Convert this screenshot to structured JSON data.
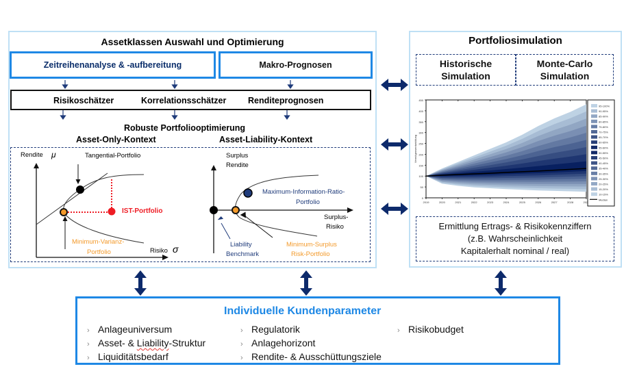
{
  "colors": {
    "panel_border": "#bfe0f5",
    "accent_blue": "#1e88e5",
    "dark_navy": "#0b2e6b",
    "arrow_navy": "#0d2a6b",
    "orange": "#f39a2b",
    "red": "#ee1c24",
    "dashed": "#1f3b7a"
  },
  "left_panel": {
    "title": "Assetklassen Auswahl und Optimierung",
    "box_timeseries": "Zeitreihenanalyse & -aufbereitung",
    "box_macro": "Makro-Prognosen",
    "estimators": [
      "Risikoschätzer",
      "Korrelationsschätzer",
      "Renditeprognosen"
    ],
    "optimization_title": "Robuste Portfoliooptimierung",
    "asset_only": {
      "title": "Asset-Only-Kontext",
      "y_label": "Rendite",
      "y_symbol": "μ",
      "x_label": "Risiko",
      "x_symbol": "σ",
      "tangential": "Tangential-Portfolio",
      "ist": "IST-Portfolio",
      "min_var_line1": "Minimum-Varianz-",
      "min_var_line2": "Portfolio"
    },
    "asset_liability": {
      "title": "Asset-Liability-Kontext",
      "y_label_line1": "Surplus",
      "y_label_line2": "Rendite",
      "x_label_line1": "Surplus-",
      "x_label_line2": "Risiko",
      "max_ir_line1": "Maximum-Information-Ratio-",
      "max_ir_line2": "Portfolio",
      "liability_line1": "Liability",
      "liability_line2": "Benchmark",
      "min_surplus_line1": "Minimum-Surplus",
      "min_surplus_line2": "Risk-Portfolio"
    }
  },
  "right_panel": {
    "title": "Portfoliosimulation",
    "historic_line1": "Historische",
    "historic_line2": "Simulation",
    "montecarlo_line1": "Monte-Carlo",
    "montecarlo_line2": "Simulation",
    "metrics_line1": "Ermittlung Ertrags- & Risikokennziffern",
    "metrics_line2": "(z.B. Wahrscheinlichkeit",
    "metrics_line3": "Kapitalerhalt nominal / real)"
  },
  "bottom_panel": {
    "title": "Individuelle Kundenparameter",
    "bullet": "›",
    "col1": [
      "Anlageuniversum",
      "Liquiditätsbedarf"
    ],
    "col1_struct_a": "Asset- & ",
    "col1_struct_b": "Liability",
    "col1_struct_c": "-Struktur",
    "col2": [
      "Regulatorik",
      "Anlagehorizont",
      "Rendite- & Ausschüttungsziele"
    ],
    "col3": [
      "Risikobudget"
    ]
  },
  "chart_data": {
    "type": "area",
    "title": "",
    "xlabel": "",
    "ylabel": "Vermögensentwicklung",
    "x": [
      0,
      1,
      2,
      3,
      4,
      5,
      6,
      7,
      8,
      9,
      10
    ],
    "xtick_labels": [
      "2019",
      "2020",
      "2021",
      "2022",
      "2023",
      "2024",
      "2025",
      "2026",
      "2027",
      "2028",
      "2029"
    ],
    "ylim": [
      0,
      450
    ],
    "yticks": [
      0,
      50,
      100,
      150,
      200,
      250,
      300,
      350,
      400,
      450
    ],
    "start_value": 100,
    "median": [
      100,
      104,
      107,
      110,
      113,
      117,
      120,
      123,
      127,
      131,
      135
    ],
    "upper_outer": [
      100,
      135,
      165,
      195,
      225,
      255,
      290,
      330,
      365,
      395,
      430
    ],
    "lower_outer": [
      100,
      65,
      55,
      48,
      44,
      40,
      37,
      34,
      32,
      30,
      28
    ],
    "legend": {
      "placement": "right",
      "entries": [
        "95-100%",
        "90-95%",
        "85-90%",
        "80-85%",
        "75-80%",
        "70-75%",
        "65-70%",
        "60-65%",
        "55-60%",
        "50-55%",
        "45-50%",
        "40-45%",
        "35-40%",
        "30-35%",
        "25-30%",
        "20-25%",
        "15-20%",
        "10-15%",
        "Median"
      ]
    },
    "grid": false
  }
}
